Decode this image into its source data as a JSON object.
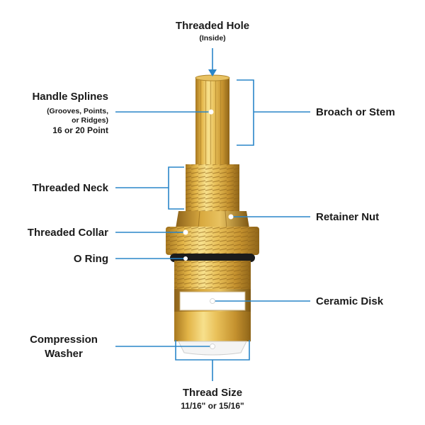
{
  "colors": {
    "leader": "#2a86c9",
    "brass_light": "#f3d77c",
    "brass_mid": "#d9a93c",
    "brass_dark": "#9c6e1c",
    "oring": "#1b1b1b",
    "ceramic": "#ffffff"
  },
  "labels": {
    "threaded_hole": {
      "title": "Threaded Hole",
      "sub": "(Inside)"
    },
    "handle_splines": {
      "title": "Handle Splines",
      "sub1": "(Grooves, Points,",
      "sub2": "or Ridges)",
      "sub3": "16 or 20 Point"
    },
    "broach_stem": "Broach or Stem",
    "threaded_neck": "Threaded Neck",
    "retainer_nut": "Retainer Nut",
    "threaded_collar": "Threaded Collar",
    "o_ring": "O Ring",
    "ceramic_disk": "Ceramic Disk",
    "compression_washer": {
      "line1": "Compression",
      "line2": "Washer"
    },
    "thread_size": {
      "title": "Thread Size",
      "sub": "11/16\" or 15/16\""
    }
  },
  "icons": [
    "arrow-down-icon",
    "dot-icon"
  ]
}
